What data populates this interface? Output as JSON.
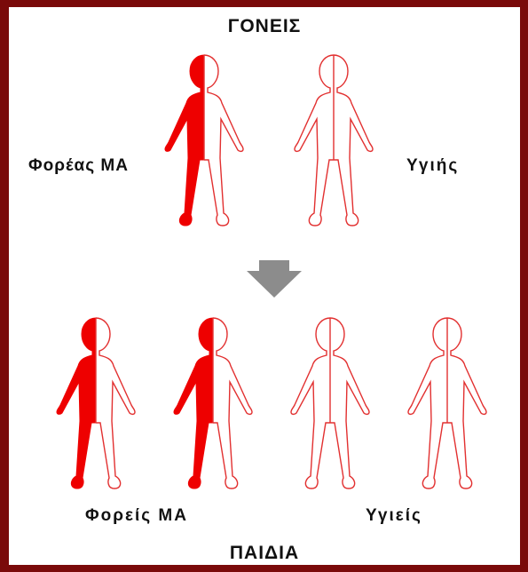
{
  "parents_title": "ΓΟΝΕΙΣ",
  "children_title": "ΠΑΙΔΙΑ",
  "parent_carrier_label": "Φορέας ΜΑ",
  "parent_healthy_label": "Υγιής",
  "children_carrier_label": "Φορείς ΜΑ",
  "children_healthy_label": "Υγιείς",
  "colors": {
    "carrier_fill": "#ee0000",
    "outline": "#e23030",
    "arrow": "#8c8c8c",
    "border": "#7a0a0a"
  },
  "figures": {
    "parents": [
      "carrier",
      "healthy"
    ],
    "children": [
      "carrier",
      "carrier",
      "healthy",
      "healthy"
    ]
  }
}
